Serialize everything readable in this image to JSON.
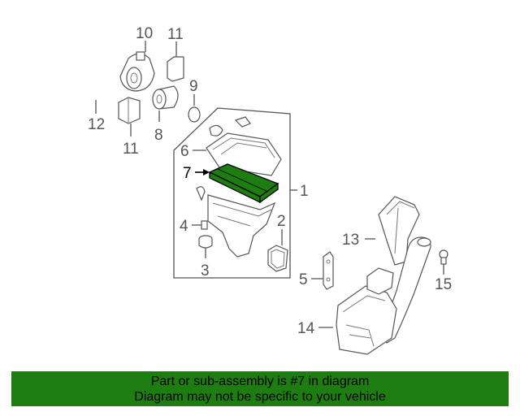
{
  "callouts": {
    "c1": "1",
    "c2": "2",
    "c3": "3",
    "c4": "4",
    "c5": "5",
    "c6": "6",
    "c7": "7",
    "c8": "8",
    "c9": "9",
    "c10": "10",
    "c11a": "11",
    "c11b": "11",
    "c12": "12",
    "c13": "13",
    "c14": "14",
    "c15": "15"
  },
  "highlight_color": "#1e7d10",
  "banner": {
    "line1": "Part or sub-assembly is #7 in diagram",
    "line2": "Diagram may not be specific to your vehicle"
  }
}
